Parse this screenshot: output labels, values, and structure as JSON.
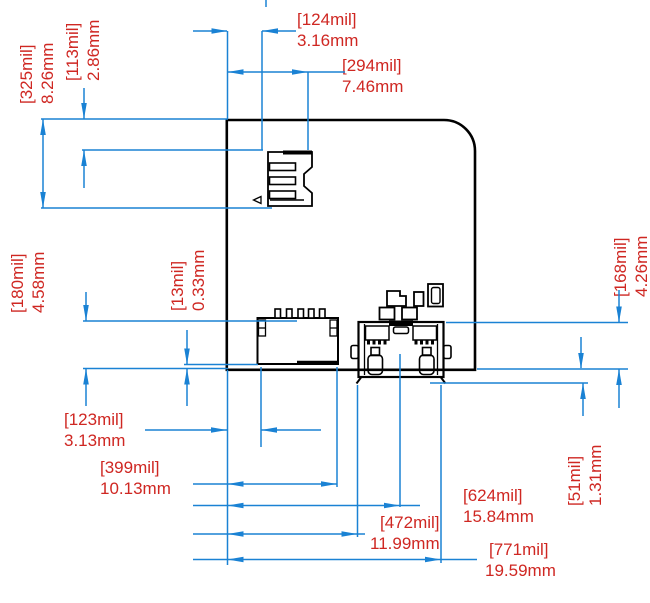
{
  "colors": {
    "dimension_line_blue": "#1a82d4",
    "dimension_text_red": "#cf2722",
    "outline_black": "#000000",
    "background": "#ffffff"
  },
  "dimensions": {
    "d325": {
      "mil": "[325mil]",
      "mm": "8.26mm"
    },
    "d113": {
      "mil": "[113mil]",
      "mm": "2.86mm"
    },
    "d124": {
      "mil": "[124mil]",
      "mm": "3.16mm"
    },
    "d294": {
      "mil": "[294mil]",
      "mm": "7.46mm"
    },
    "d180": {
      "mil": "[180mil]",
      "mm": "4.58mm"
    },
    "d13": {
      "mil": "[13mil]",
      "mm": "0.33mm"
    },
    "d168": {
      "mil": "[168mil]",
      "mm": "4.26mm"
    },
    "d51": {
      "mil": "[51mil]",
      "mm": "1.31mm"
    },
    "d123": {
      "mil": "[123mil]",
      "mm": "3.13mm"
    },
    "d399": {
      "mil": "[399mil]",
      "mm": "10.13mm"
    },
    "d624": {
      "mil": "[624mil]",
      "mm": "15.84mm"
    },
    "d472": {
      "mil": "[472mil]",
      "mm": "11.99mm"
    },
    "d771": {
      "mil": "[771mil]",
      "mm": "19.59mm"
    }
  }
}
